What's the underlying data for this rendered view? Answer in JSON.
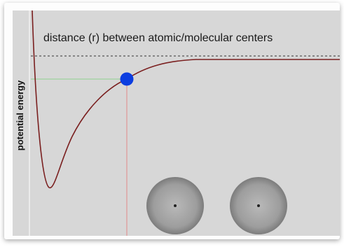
{
  "diagram": {
    "y_axis_label": "potential energy",
    "x_axis_label": "distance (r) between atomic/molecular centers"
  },
  "colors": {
    "background": "#d7d7d7",
    "curve": "#7a1f1f",
    "marker": "#0b3de0",
    "horizontal_guide": "#8fd08f",
    "vertical_guide": "#e08a8a",
    "asymptote": "#333333",
    "atom_fill": "#9a9a9a",
    "atom_nucleus": "#222222"
  },
  "atoms": [
    {
      "name": "atom-left"
    },
    {
      "name": "atom-right"
    }
  ]
}
